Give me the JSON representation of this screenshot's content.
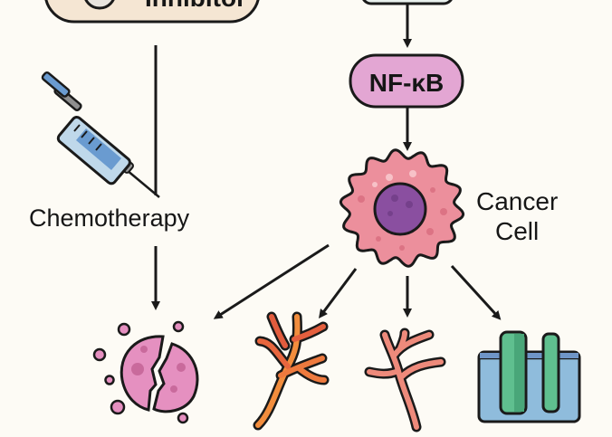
{
  "diagram": {
    "nodes": {
      "inhibitor": {
        "label": "Inhibitor",
        "fill": "#f5e6d3"
      },
      "upstream_box": {
        "label": ""
      },
      "nfkb": {
        "label": "NF-κB",
        "fill": "#e3a6d3"
      },
      "cancer_cell": {
        "label_line1": "Cancer",
        "label_line2": "Cell",
        "fill": "#ec8f9c",
        "nucleus_fill": "#8a4fa0"
      },
      "chemotherapy": {
        "label": "Chemotherapy",
        "icon": "syringe-icon"
      },
      "outcomes": [
        {
          "name": "apoptosis",
          "icon": "cell-apoptosis-icon",
          "fill": "#e58fc0"
        },
        {
          "name": "angiogenesis",
          "icon": "blood-vessel-icon",
          "fill": "#f0883e"
        },
        {
          "name": "metastasis",
          "icon": "branching-vessel-icon",
          "fill": "#ee8a7b"
        },
        {
          "name": "drug-resistance",
          "icon": "membrane-channel-icon",
          "fill": "#5fbf8f"
        }
      ]
    },
    "edges": [
      {
        "from": "upstream_box",
        "to": "nfkb"
      },
      {
        "from": "nfkb",
        "to": "cancer_cell"
      },
      {
        "from": "inhibitor",
        "to": "chemotherapy"
      },
      {
        "from": "chemotherapy",
        "to": "apoptosis"
      },
      {
        "from": "cancer_cell",
        "to": "apoptosis"
      },
      {
        "from": "cancer_cell",
        "to": "angiogenesis"
      },
      {
        "from": "cancer_cell",
        "to": "metastasis"
      },
      {
        "from": "cancer_cell",
        "to": "drug-resistance"
      }
    ]
  }
}
